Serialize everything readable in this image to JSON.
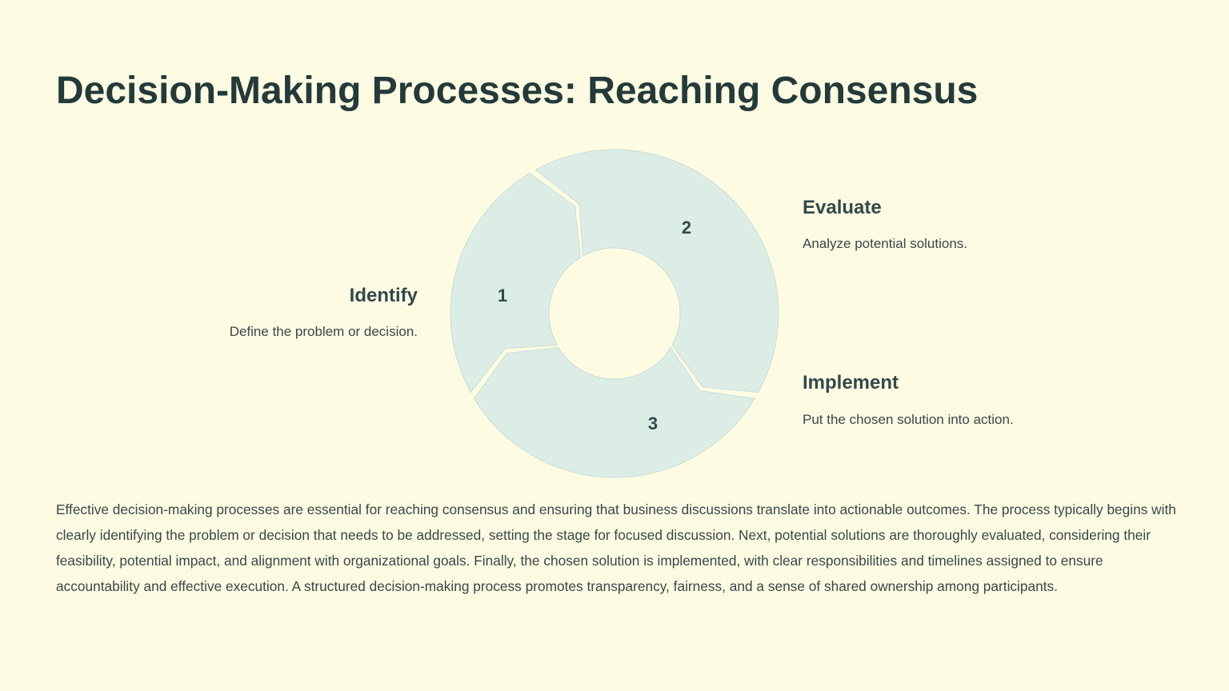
{
  "title": "Decision-Making Processes: Reaching Consensus",
  "colors": {
    "background": "#fdfce3",
    "segment_fill": "#dcede6",
    "segment_stroke": "#c8ddd5",
    "text_dark": "#243a3a"
  },
  "cycle": {
    "segments": [
      {
        "number": "1",
        "heading": "Identify",
        "description": "Define the problem or decision."
      },
      {
        "number": "2",
        "heading": "Evaluate",
        "description": "Analyze potential solutions."
      },
      {
        "number": "3",
        "heading": "Implement",
        "description": "Put the chosen solution into action."
      }
    ]
  },
  "body": "Effective decision-making processes are essential for reaching consensus and ensuring that business discussions translate into actionable outcomes. The process typically begins with clearly identifying the problem or decision that needs to be addressed, setting the stage for focused discussion. Next, potential solutions are thoroughly evaluated, considering their feasibility, potential impact, and alignment with organizational goals. Finally, the chosen solution is implemented, with clear responsibilities and timelines assigned to ensure accountability and effective execution. A structured decision-making process promotes transparency, fairness, and a sense of shared ownership among participants."
}
